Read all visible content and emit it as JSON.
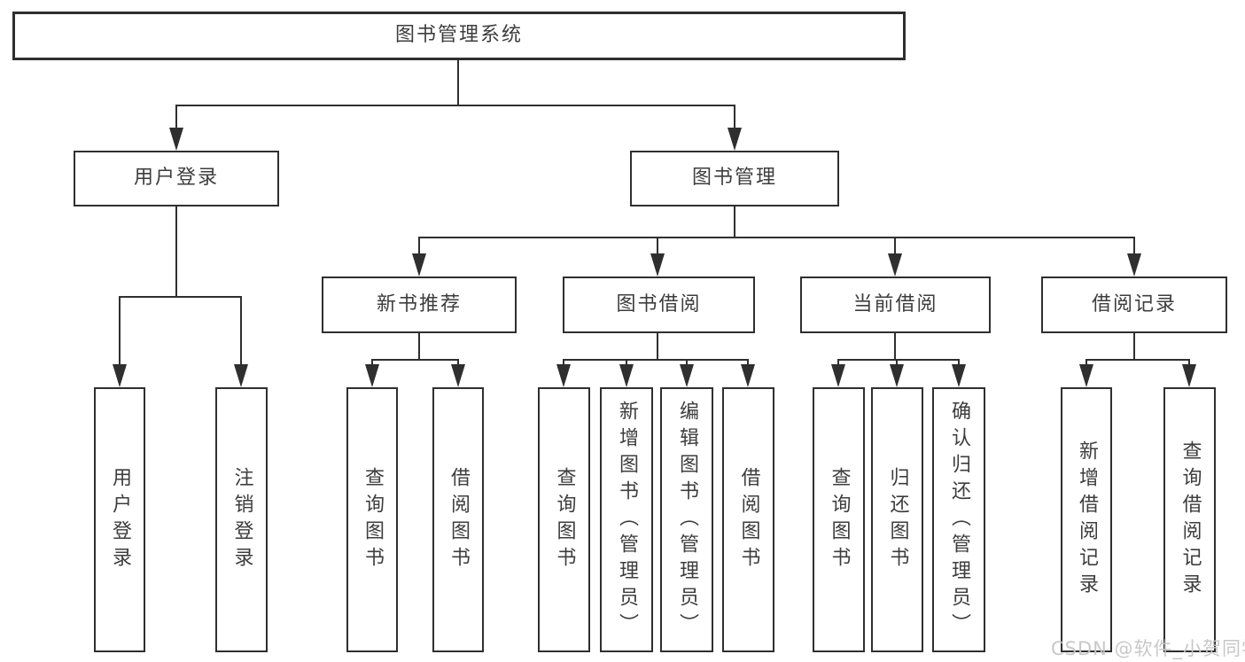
{
  "tree": {
    "root": {
      "label": "图书管理系统"
    },
    "branches": [
      {
        "label": "用户登录",
        "children": [
          {
            "label": "用户登录"
          },
          {
            "label": "注销登录"
          }
        ]
      },
      {
        "label": "图书管理",
        "children": [
          {
            "label": "新书推荐",
            "children": [
              {
                "label": "查询图书"
              },
              {
                "label": "借阅图书"
              }
            ]
          },
          {
            "label": "图书借阅",
            "children": [
              {
                "label": "查询图书"
              },
              {
                "label": "新增图书（管理员）"
              },
              {
                "label": "编辑图书（管理员）"
              },
              {
                "label": "借阅图书"
              }
            ]
          },
          {
            "label": "当前借阅",
            "children": [
              {
                "label": "查询图书"
              },
              {
                "label": "归还图书"
              },
              {
                "label": "确认归还（管理员）"
              }
            ]
          },
          {
            "label": "借阅记录",
            "children": [
              {
                "label": "新增借阅记录"
              },
              {
                "label": "查询借阅记录"
              }
            ]
          }
        ]
      }
    ]
  },
  "watermark": {
    "text": "CSDN @软件_小贺同学"
  },
  "colors": {
    "line": "#2f2f2f",
    "box_border": "#2f2f2f",
    "box_fill": "#ffffff",
    "text": "#3d3d3d",
    "watermark": "#c5c5c5",
    "background": "#ffffff"
  }
}
